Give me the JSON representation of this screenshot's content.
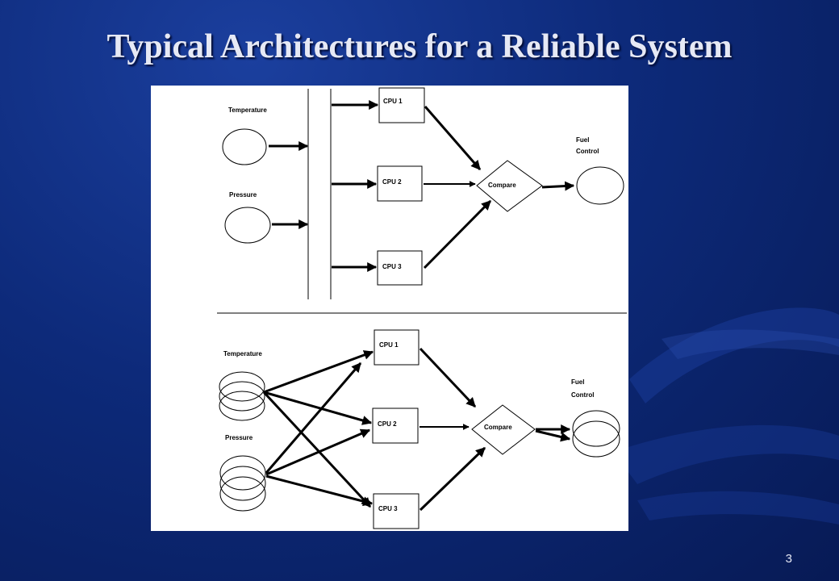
{
  "slide": {
    "title": "Typical Architectures for a Reliable System",
    "number": "3"
  },
  "diagram_top": {
    "sensor_temperature": "Temperature",
    "sensor_pressure": "Pressure",
    "cpu1": "CPU 1",
    "cpu2": "CPU 2",
    "cpu3": "CPU 3",
    "compare": "Compare",
    "output_line1": "Fuel",
    "output_line2": "Control"
  },
  "diagram_bottom": {
    "sensor_temperature": "Temperature",
    "sensor_pressure": "Pressure",
    "cpu1": "CPU 1",
    "cpu2": "CPU 2",
    "cpu3": "CPU 3",
    "compare": "Compare",
    "output_line1": "Fuel",
    "output_line2": "Control"
  },
  "colors": {
    "background": "#0d2a7a",
    "title": "#e6e9f5",
    "panel": "#ffffff"
  }
}
